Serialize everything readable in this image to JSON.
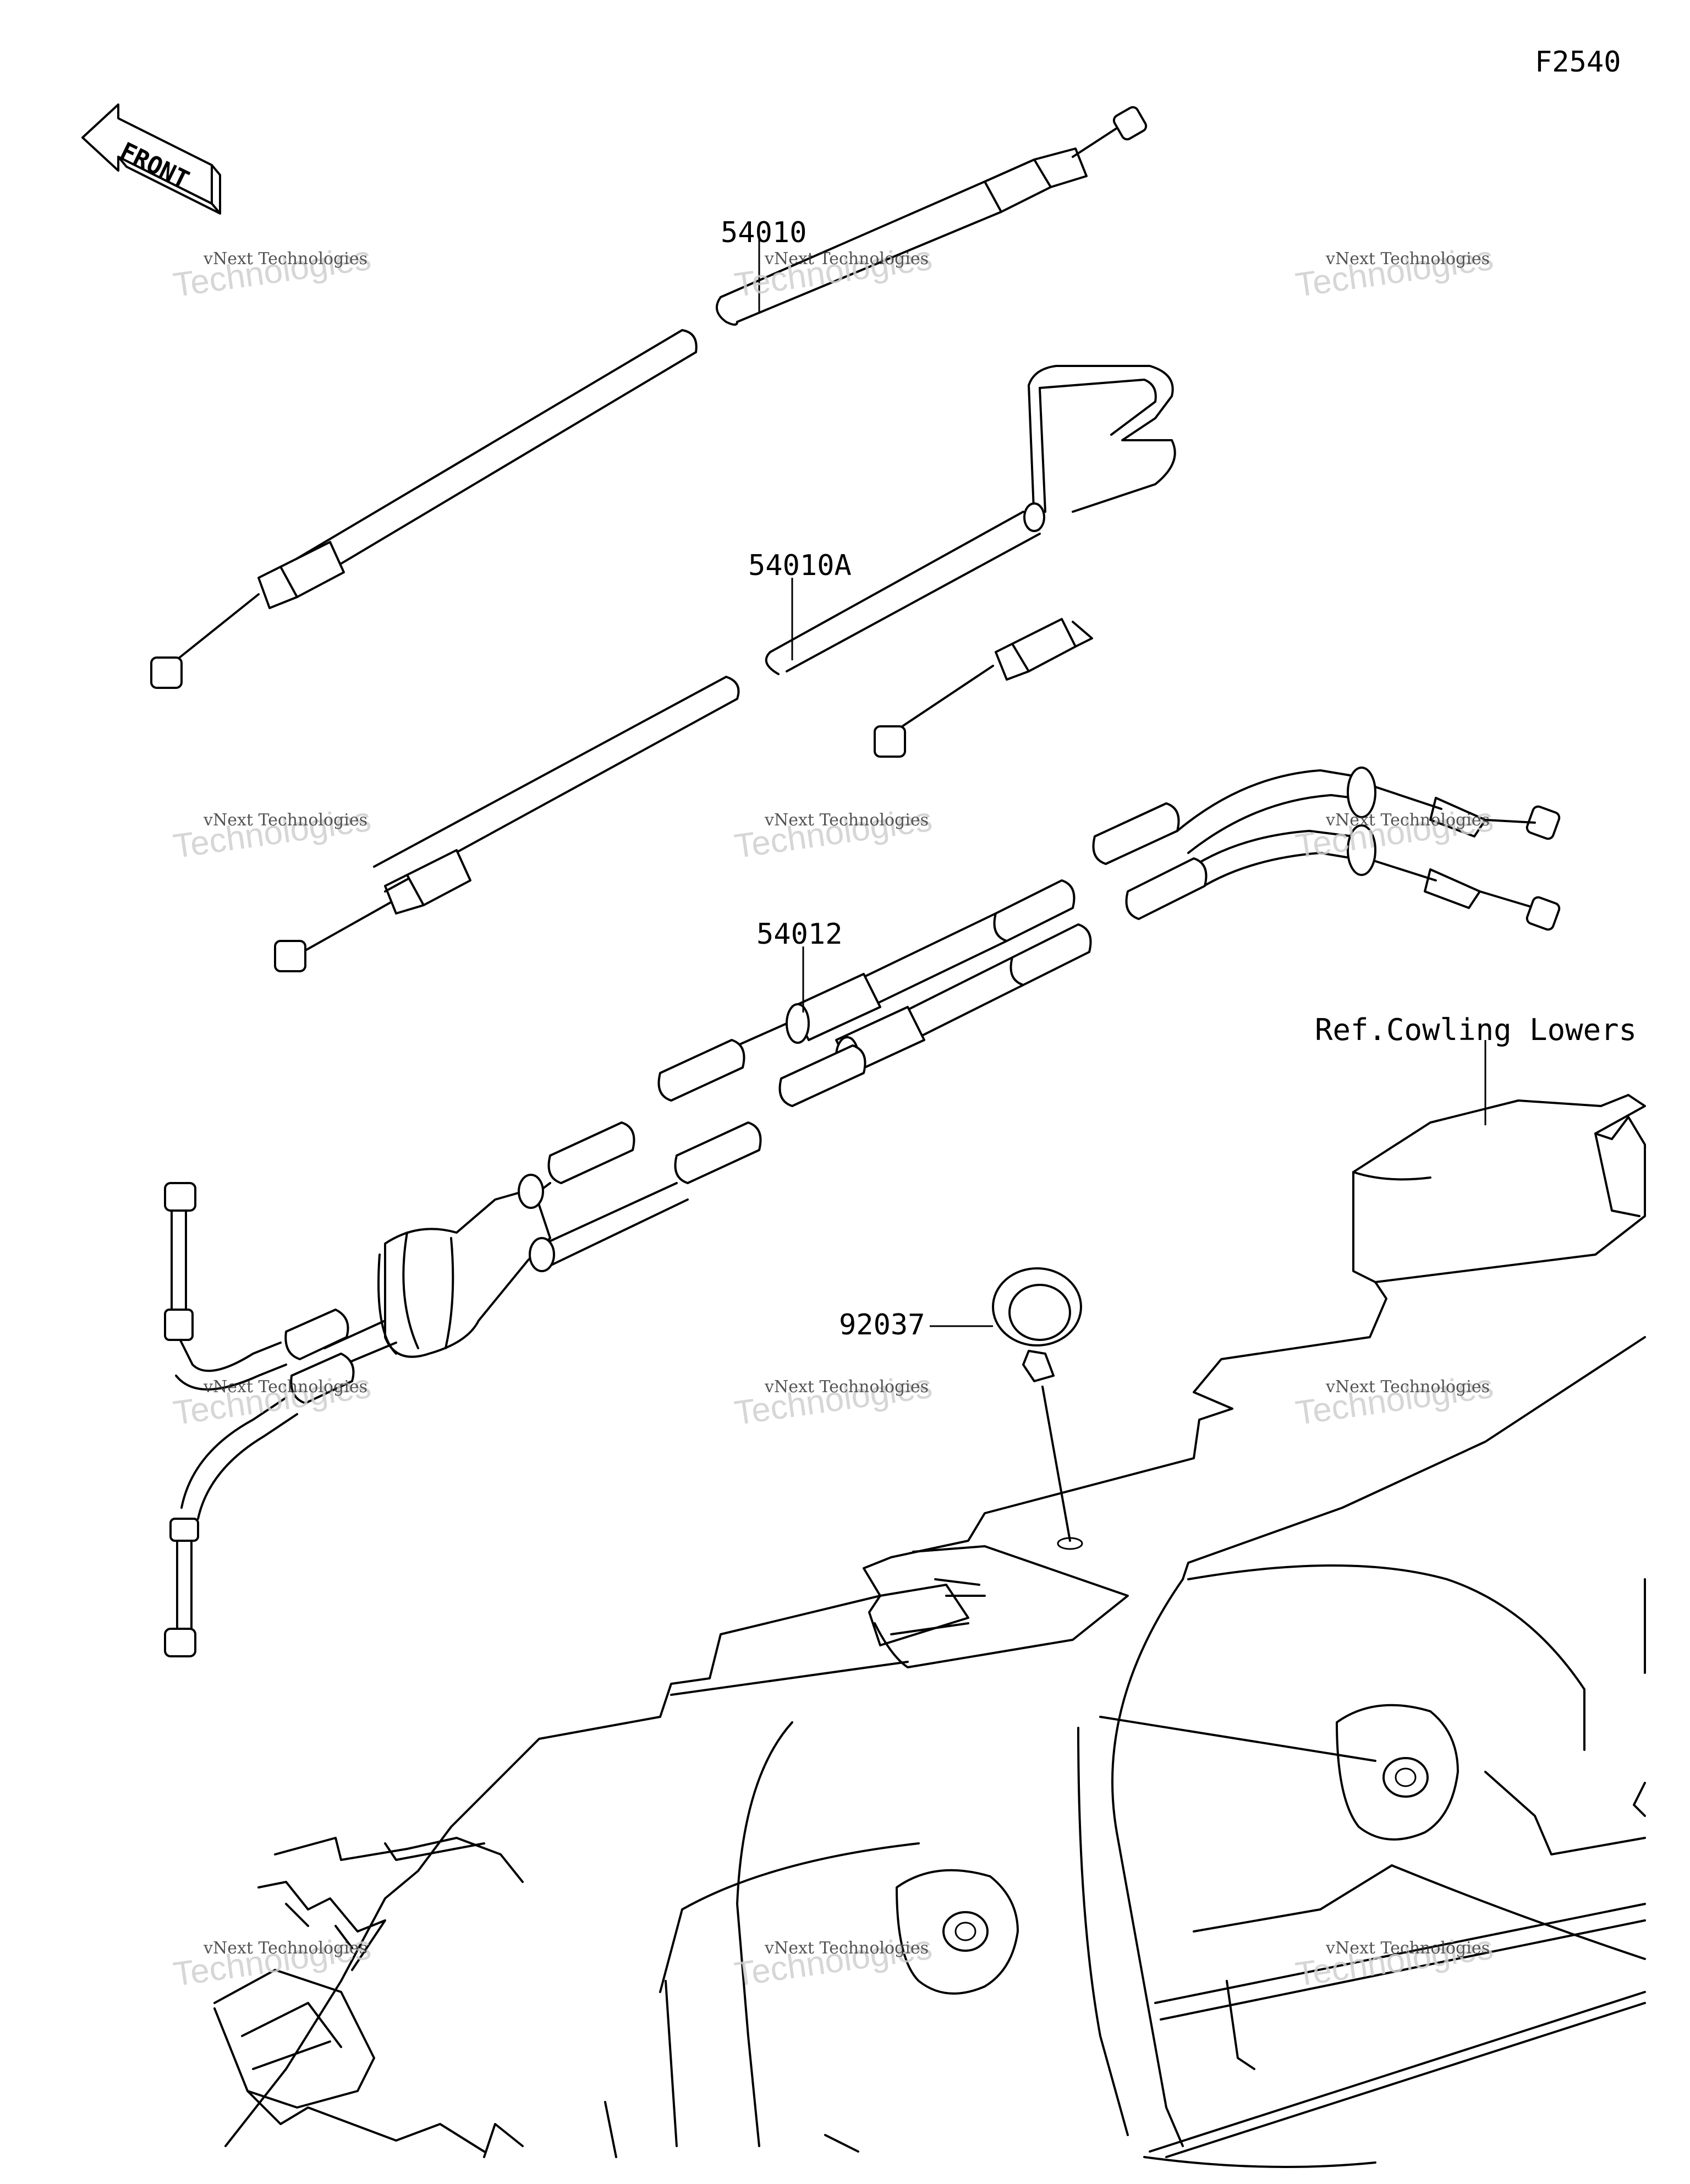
{
  "figure_code": "F2540",
  "direction_arrow": {
    "label": "FRONT",
    "icon": "front-arrow-icon"
  },
  "parts": [
    {
      "id": "cable-54010",
      "number": "54010"
    },
    {
      "id": "cable-54010a",
      "number": "54010A"
    },
    {
      "id": "cable-54012",
      "number": "54012"
    },
    {
      "id": "clamp-92037",
      "number": "92037"
    }
  ],
  "reference": {
    "label": "Ref.Cowling Lowers"
  },
  "watermark": {
    "line1": "vNext Technologies",
    "line2": "Technologies",
    "line3": "vNext"
  }
}
